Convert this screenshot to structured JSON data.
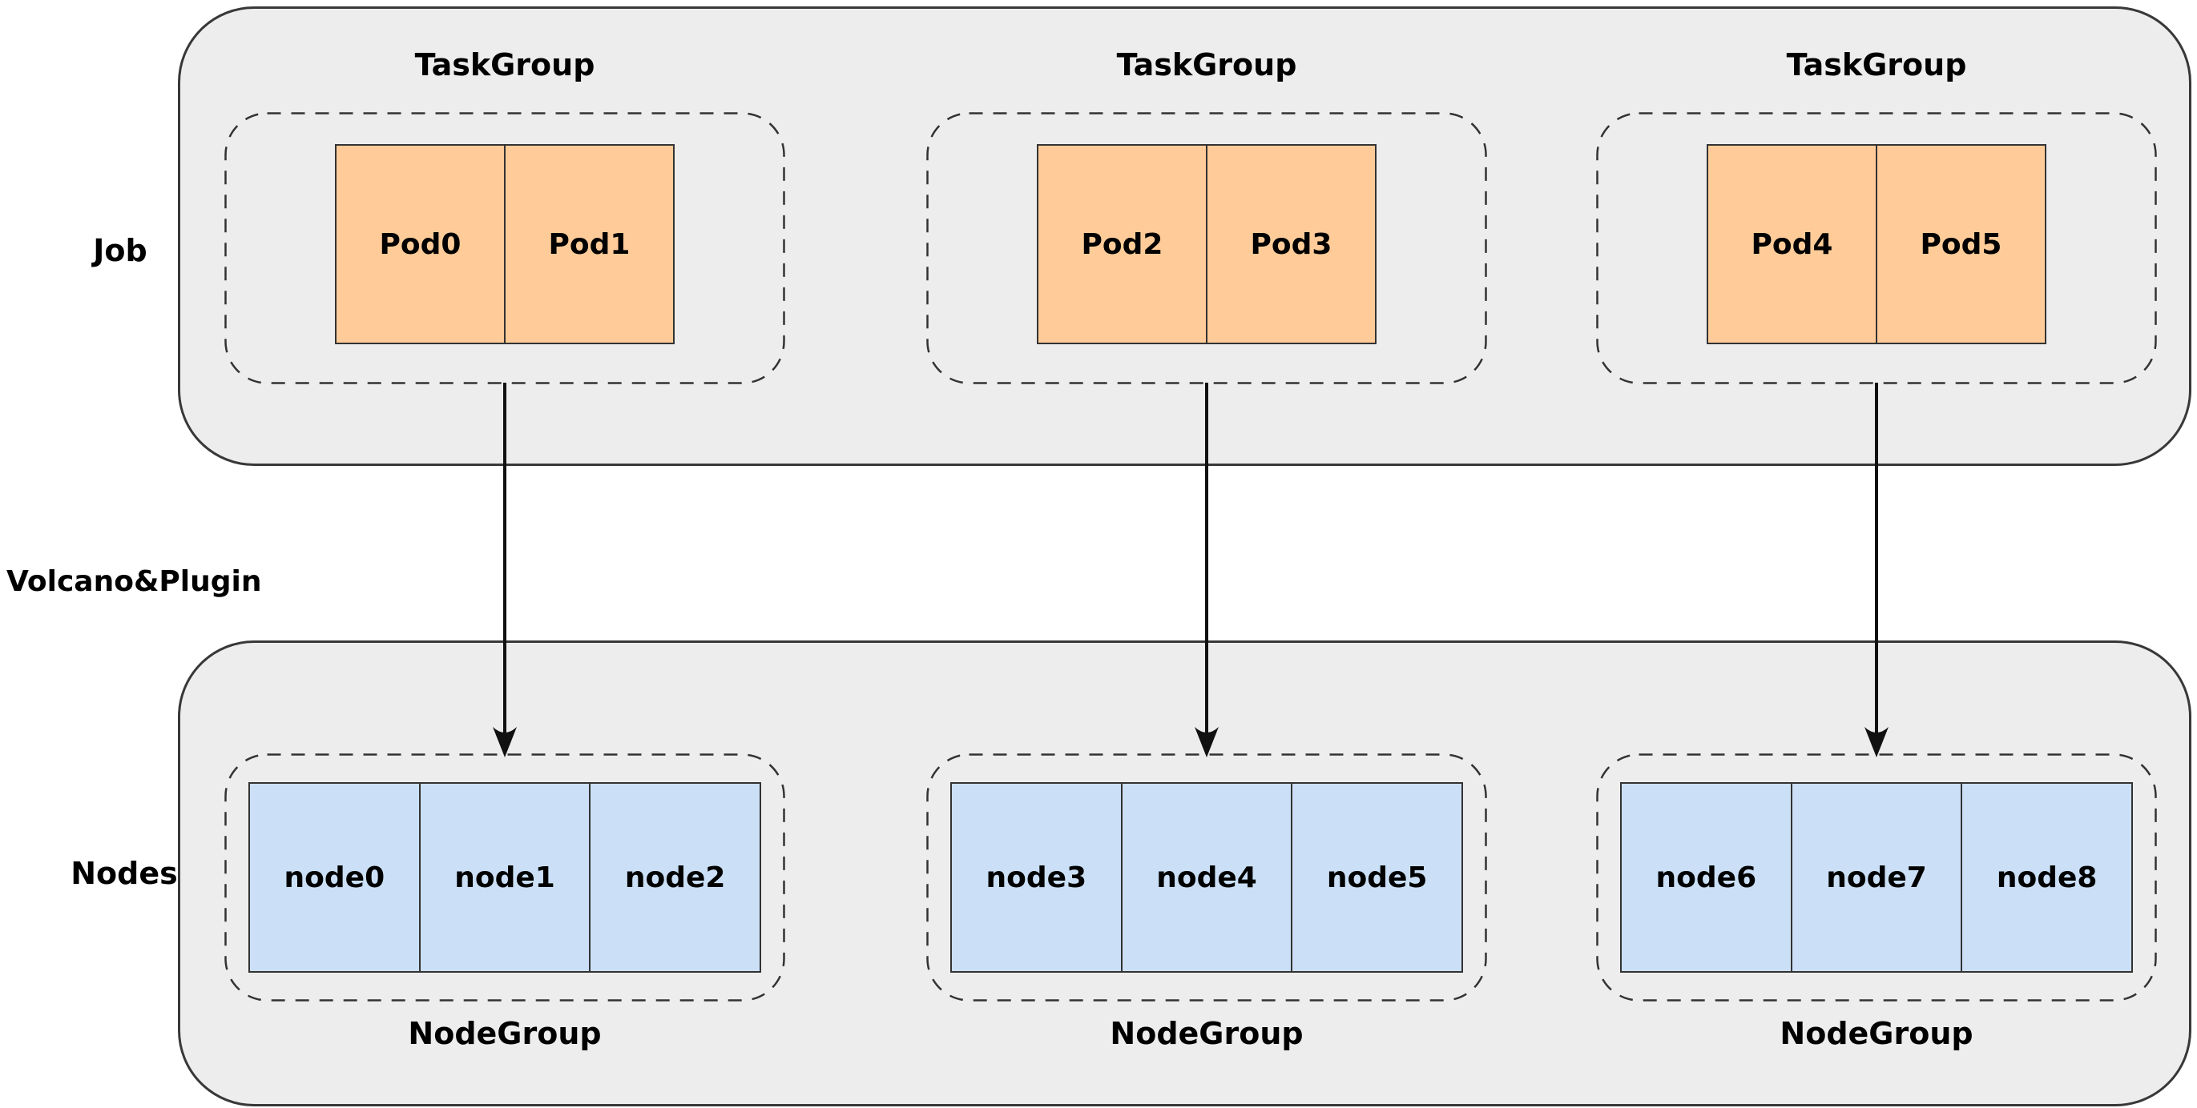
{
  "diagram": {
    "left_labels": {
      "job": "Job",
      "middle": "Volcano&Plugin",
      "nodes": "Nodes"
    },
    "taskgroups": [
      {
        "title": "TaskGroup",
        "pods": [
          "Pod0",
          "Pod1"
        ]
      },
      {
        "title": "TaskGroup",
        "pods": [
          "Pod2",
          "Pod3"
        ]
      },
      {
        "title": "TaskGroup",
        "pods": [
          "Pod4",
          "Pod5"
        ]
      }
    ],
    "nodegroups": [
      {
        "title": "NodeGroup",
        "nodes": [
          "node0",
          "node1",
          "node2"
        ]
      },
      {
        "title": "NodeGroup",
        "nodes": [
          "node3",
          "node4",
          "node5"
        ]
      },
      {
        "title": "NodeGroup",
        "nodes": [
          "node6",
          "node7",
          "node8"
        ]
      }
    ],
    "arrows": 3
  },
  "colors": {
    "container-fill": "#ededed",
    "pod-fill": "#ffcc99",
    "node-fill": "#cbe0f7",
    "stroke": "#333333"
  }
}
